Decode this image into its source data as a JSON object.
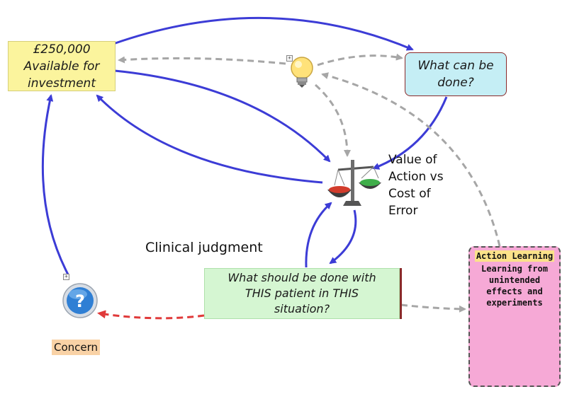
{
  "nodes": {
    "investment": {
      "lines": [
        "£250,000",
        "Available for",
        "investment"
      ]
    },
    "what_can_be_done": {
      "lines": [
        "What can be",
        "done?"
      ]
    },
    "what_should_be_done": {
      "lines": [
        "What should be done with",
        "THIS patient in THIS",
        "situation?"
      ]
    },
    "value_of_action": {
      "lines": [
        "Value of",
        "Action vs",
        "Cost of",
        "Error"
      ]
    },
    "clinical_judgment": {
      "text": "Clinical judgment"
    },
    "concern": {
      "text": "Concern"
    },
    "action_learning": {
      "title": "Action Learning",
      "body_lines": [
        "Learning from",
        "unintended",
        "effects and",
        "experiments"
      ]
    }
  },
  "icons": {
    "lightbulb": "lightbulb-icon",
    "scales": "balance-scale-icon",
    "concern": "question-mark-icon",
    "action_learning": "thinking-man-icon"
  },
  "colors": {
    "solid_arrow": "#3c3cd6",
    "dashed_arrow": "#a6a6a6",
    "concern_arrow": "#e03a3a",
    "investment_fill": "#fbf49d",
    "what_can_fill": "#c5eef5",
    "what_should_fill": "#d5f6d2",
    "action_learning_fill": "#f6a9d6",
    "concern_label_fill": "#f9d2a6"
  }
}
